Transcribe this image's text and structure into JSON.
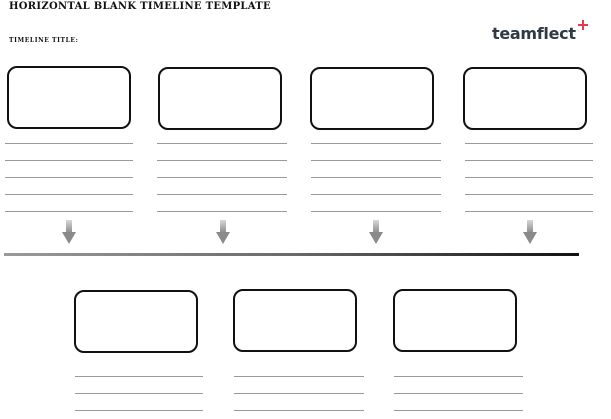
{
  "header": {
    "title": "HORIZONTAL BLANK TIMELINE TEMPLATE",
    "timeline_title_label": "TIMELINE TITLE:"
  },
  "logo": {
    "text": "teamflect",
    "plus_color": "#e8384f"
  },
  "timeline": {
    "top_entries": 4,
    "bottom_entries": 3,
    "lines_per_top_entry": 5,
    "lines_per_bottom_entry": 3
  },
  "colors": {
    "box_border": "#111111",
    "rule_line": "#9a9a9a",
    "timeline_end": "#111111"
  }
}
